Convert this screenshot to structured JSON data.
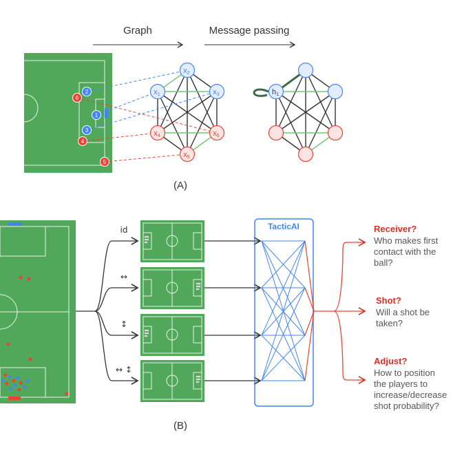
{
  "part_a": {
    "graph_label": "Graph",
    "message_label": "Message passing",
    "caption": "(A)",
    "players": [
      {
        "n": "2",
        "team": "blue"
      },
      {
        "n": "6",
        "team": "red"
      },
      {
        "n": "1",
        "team": "blue"
      },
      {
        "n": "3",
        "team": "blue"
      },
      {
        "n": "4",
        "team": "red"
      },
      {
        "n": "5",
        "team": "red"
      }
    ],
    "nodes": [
      {
        "id": "x",
        "sub": "2"
      },
      {
        "id": "x",
        "sub": "1"
      },
      {
        "id": "x",
        "sub": "3"
      },
      {
        "id": "x",
        "sub": "4"
      },
      {
        "id": "x",
        "sub": "6"
      },
      {
        "id": "x",
        "sub": "5"
      }
    ],
    "hidden_node": {
      "id": "h",
      "sub": "1"
    }
  },
  "part_b": {
    "caption": "(B)",
    "model_label": "TacticAI",
    "transforms": [
      "id",
      "↔",
      "↕",
      "↔ ↕"
    ],
    "outputs": [
      {
        "title": "Receiver?",
        "lines": [
          "Who makes first",
          "contact with the",
          "ball?"
        ]
      },
      {
        "title": "Shot?",
        "lines": [
          "Will a shot be",
          "taken?"
        ]
      },
      {
        "title": "Adjust?",
        "lines": [
          "How to position",
          "the players to",
          "increase/decrease",
          "shot probability?"
        ]
      }
    ]
  },
  "colors": {
    "pitch": "#52a85a",
    "blue": "#4285f4",
    "red": "#ea4335",
    "green_edge": "#6cc77a"
  }
}
